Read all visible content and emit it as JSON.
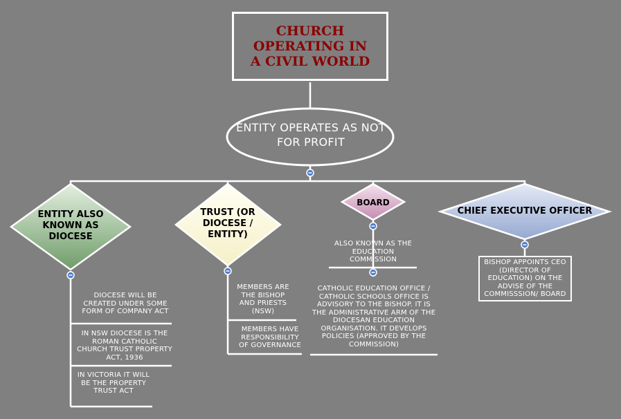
{
  "title": "CHURCH OPERATING IN A CIVIL WORLD",
  "root": "ENTITY OPERATES AS NOT FOR PROFIT",
  "branches": {
    "diocese": {
      "label": "ENTITY ALSO KNOWN AS DIOCESE",
      "notes": [
        "DIOCESE WILL BE CREATED UNDER SOME FORM OF COMPANY ACT",
        "IN NSW DIOCESE IS THE ROMAN CATHOLIC CHURCH TRUST PROPERTY ACT, 1936",
        "IN VICTORIA IT WILL BE THE PROPERTY TRUST ACT"
      ]
    },
    "trust": {
      "label": "TRUST (OR DIOCESE / ENTITY)",
      "notes": [
        "MEMBERS ARE THE BISHOP AND PRIESTS (NSW)",
        "MEMBERS HAVE RESPONSIBILITY OF GOVERNANCE"
      ]
    },
    "board": {
      "label": "BOARD",
      "notes": [
        "ALSO KNOWN AS THE EDUCATION COMMISSION",
        "CATHOLIC EDUCATION OFFICE / CATHOLIC SCHOOLS OFFICE IS ADVISORY TO THE BISHOP. IT IS THE ADMINISTRATIVE ARM OF THE DIOCESAN EDUCATION ORGANISATION. IT DEVELOPS POLICIES (APPROVED BY THE COMMISSION)"
      ]
    },
    "ceo": {
      "label": "CHIEF EXECUTIVE OFFICER",
      "notes": [
        "BISHOP APPOINTS CEO (DIRECTOR OF EDUCATION) ON THE ADVISE OF THE COMMISSSION/ BOARD"
      ]
    }
  },
  "colors": {
    "background": "#808080",
    "title_text": "#8b0000",
    "diocese_fill": "#8fb48a",
    "trust_fill": "#fdfbe0",
    "board_fill": "#cc99bb",
    "ceo_fill": "#a9b9da",
    "connector": "#ffffff"
  },
  "icons": {
    "collapse_toggle": "minus-circle-icon"
  }
}
